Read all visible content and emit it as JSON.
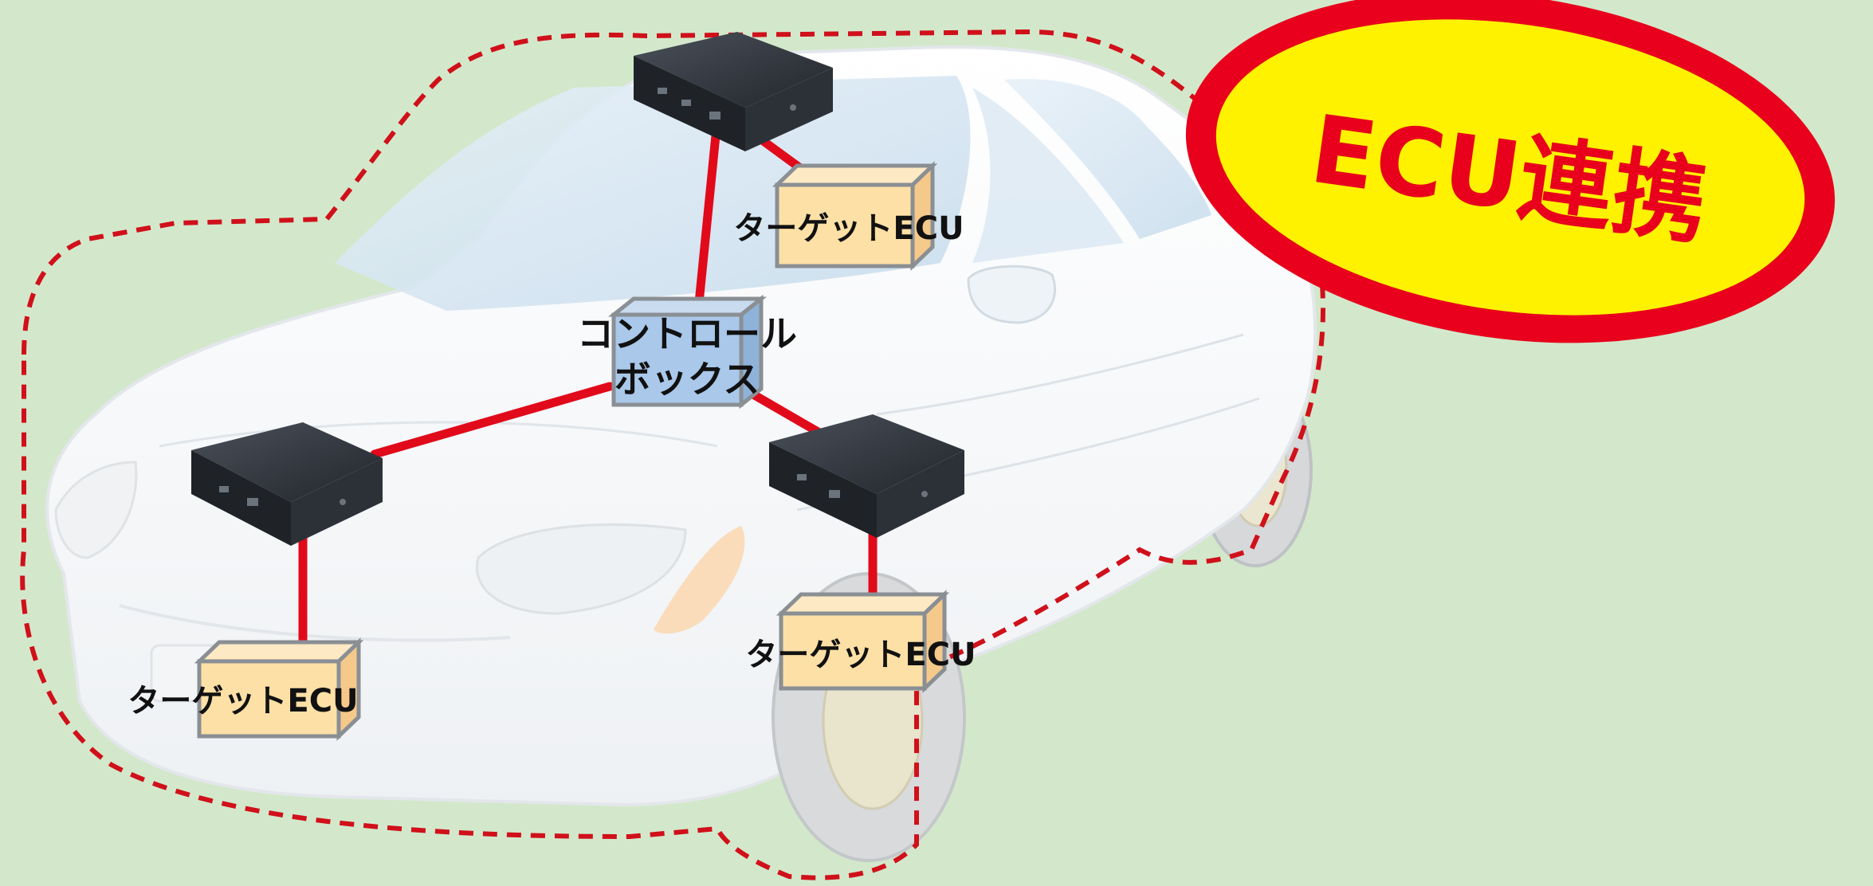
{
  "badge": {
    "text": "ECU連携",
    "fill_color": "#fff200",
    "border_color": "#e8001c"
  },
  "control_box": {
    "line1": "コントロール",
    "line2": "ボックス",
    "color": "#a9c8ea"
  },
  "target_ecus": [
    {
      "label": "ターゲットECU"
    },
    {
      "label": "ターゲットECU"
    },
    {
      "label": "ターゲットECU"
    }
  ],
  "colors": {
    "background": "#d3e8cb",
    "boundary_dash": "#d0101a",
    "connection_line": "#e10a1a",
    "ecu_box": "#fde0a6",
    "device": "#2a2f36"
  },
  "icons": {
    "device": "network-device-icon",
    "car": "car-illustration"
  }
}
